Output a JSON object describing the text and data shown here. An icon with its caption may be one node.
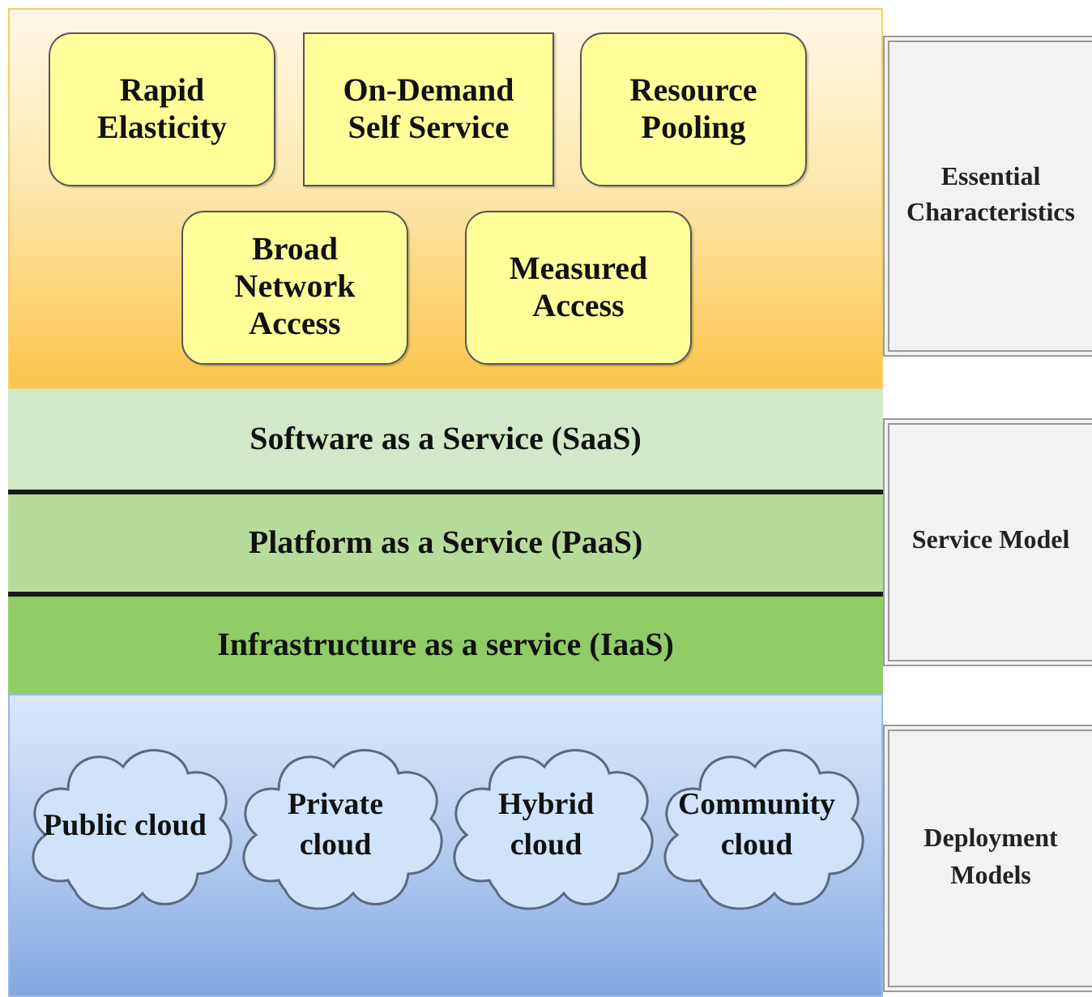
{
  "diagram": {
    "nodes": [
      {
        "text": [],
        "shape": "box"
      },
      {
        "text": [
          "Rapid Elasticity"
        ],
        "in": 0
      },
      {
        "text": [
          "On-Demand Self Service"
        ],
        "in": 0
      },
      {
        "text": [
          "Resource Pooling"
        ],
        "in": 0
      },
      {
        "text": [
          "Broad Network Access"
        ],
        "in": 0
      },
      {
        "text": [
          "Measured Access"
        ],
        "in": 0
      },
      {
        "text": [
          "Software as a Service (SaaS)"
        ]
      },
      {
        "text": [
          "Platform as a Service (PaaS)"
        ]
      },
      {
        "text": [
          "Infrastructure as a service (IaaS)"
        ]
      },
      {
        "text": [],
        "shape": "box"
      },
      {
        "text": [
          "Public cloud"
        ],
        "in": 9
      },
      {
        "text": [
          "Private cloud"
        ],
        "in": 9
      },
      {
        "text": [
          "Hybrid cloud"
        ],
        "in": 9
      },
      {
        "text": [
          "Community cloud"
        ],
        "in": 9
      },
      {
        "text": [
          "Essential Characteristics"
        ]
      },
      {
        "text": [
          "Service Model"
        ]
      },
      {
        "text": [
          "Deployment Models"
        ]
      }
    ],
    "edges": []
  }
}
